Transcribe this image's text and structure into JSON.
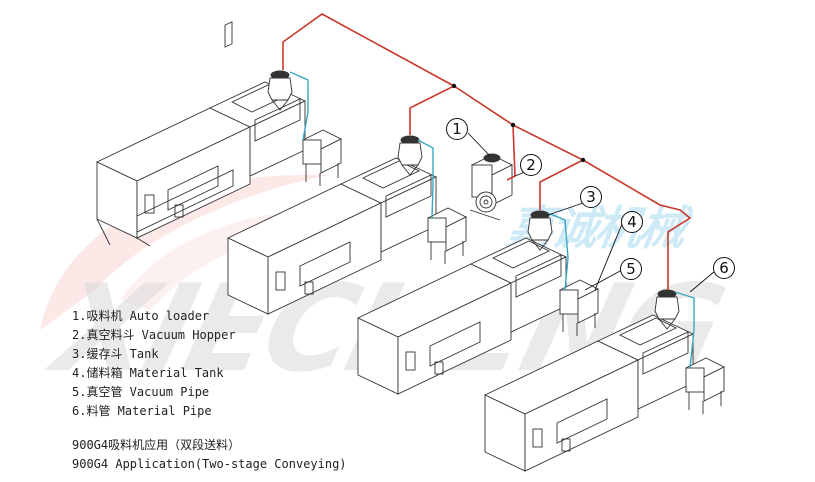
{
  "watermark": {
    "chinese": "嘉诚机械",
    "english": "XIECHENG"
  },
  "callouts": [
    "1",
    "2",
    "3",
    "4",
    "5",
    "6"
  ],
  "legend": [
    {
      "text": "1.吸料机 Auto loader"
    },
    {
      "text": "2.真空料斗 Vacuum Hopper"
    },
    {
      "text": "3.缓存斗 Tank"
    },
    {
      "text": "4.储料箱 Material Tank"
    },
    {
      "text": "5.真空管 Vacuum Pipe"
    },
    {
      "text": "6.料管 Material Pipe"
    }
  ],
  "caption": {
    "line1": "900G4吸料机应用（双段送料）",
    "line2": "900G4 Application(Two-stage Conveying)"
  },
  "colors": {
    "vacuum_pipe": "#c8392b",
    "material_pipe": "#3aa6c2",
    "line": "#333333",
    "watermark_red": "#e4433a"
  }
}
